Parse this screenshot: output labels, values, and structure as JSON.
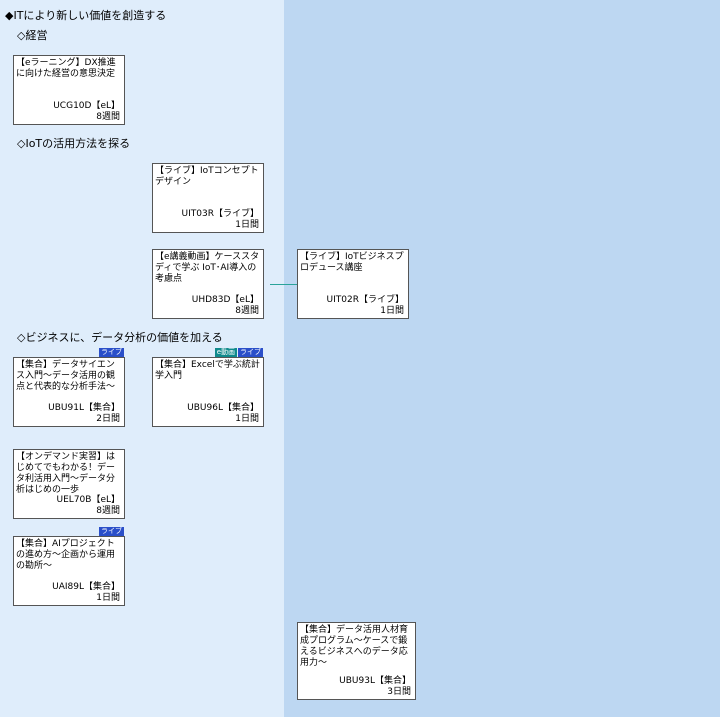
{
  "main_heading": "◆ITにより新しい価値を創造する",
  "sections": [
    {
      "heading": "◇経営"
    },
    {
      "heading": "◇IoTの活用方法を探る"
    },
    {
      "heading": "◇ビジネスに、データ分析の価値を加える"
    }
  ],
  "courses": {
    "ucg10d": {
      "title": "【eラーニング】DX推進に向けた経営の意思決定",
      "code": "UCG10D【eL】",
      "duration": "8週間"
    },
    "uit03r": {
      "title": "【ライブ】IoTコンセプトデザイン",
      "code": "UIT03R【ライブ】",
      "duration": "1日間"
    },
    "uhd83d": {
      "title": "【e講義動画】ケーススタディで学ぶ IoT･AI導入の考慮点",
      "code": "UHD83D【eL】",
      "duration": "8週間"
    },
    "uit02r": {
      "title": "【ライブ】IoTビジネスプロデュース講座",
      "code": "UIT02R【ライブ】",
      "duration": "1日間"
    },
    "ubu91l": {
      "title": "【集合】データサイエンス入門～データ活用の観点と代表的な分析手法～",
      "code": "UBU91L【集合】",
      "duration": "2日間",
      "badges": [
        "ライブ"
      ]
    },
    "ubu96l": {
      "title": "【集合】Excelで学ぶ統計学入門",
      "code": "UBU96L【集合】",
      "duration": "1日間",
      "badges": [
        "e動画",
        "ライブ"
      ]
    },
    "uel70b": {
      "title": "【オンデマンド実習】はじめてでもわかる！データ利活用入門～データ分析はじめの一歩",
      "code": "UEL70B【eL】",
      "duration": "8週間"
    },
    "uai89l": {
      "title": "【集合】AIプロジェクトの進め方～企画から運用の勘所～",
      "code": "UAI89L【集合】",
      "duration": "1日間",
      "badges": [
        "ライブ"
      ]
    },
    "ubu93l": {
      "title": "【集合】データ活用人材育成プログラム～ケースで鍛えるビジネスへのデータ応用力～",
      "code": "UBU93L【集合】",
      "duration": "3日間"
    }
  },
  "colors": {
    "left_bg": "#dfedfb",
    "right_bg": "#bdd7f2",
    "live_badge": "#2a4fc9",
    "edouga_badge": "#0f8a8c",
    "connector": "#2aa39a"
  }
}
